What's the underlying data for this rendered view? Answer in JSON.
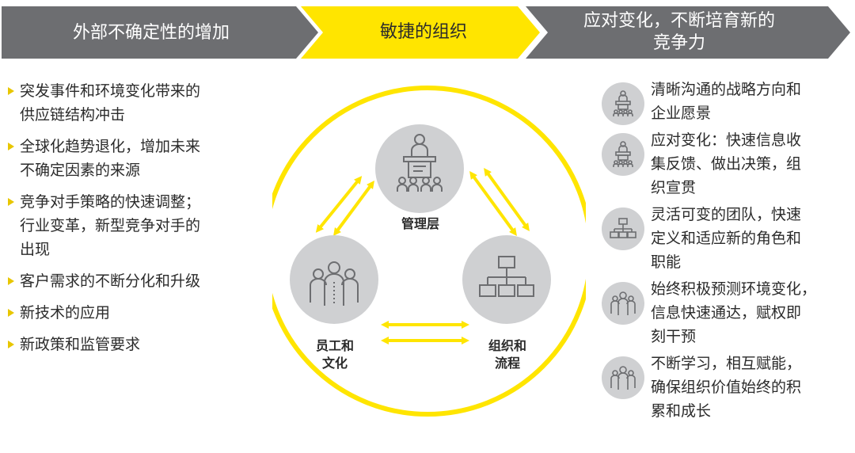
{
  "header": {
    "step1": "外部不确定性的增加",
    "step2": "敏捷的组织",
    "step3_line1": "应对变化，不断培育新的",
    "step3_line2": "竞争力"
  },
  "colors": {
    "accent_yellow": "#ffe500",
    "header_gray": "#6d6e71",
    "icon_gray": "#cfd0d2",
    "icon_stroke": "#6d6e71"
  },
  "left_items": [
    [
      "突发事件和环境变化带来的",
      "供应链结构冲击"
    ],
    [
      "全球化趋势退化，增加未来",
      "不确定因素的来源"
    ],
    [
      "竞争对手策略的快速调整；",
      "行业变革，新型竞争对手的",
      "出现"
    ],
    [
      "客户需求的不断分化和升级"
    ],
    [
      "新技术的应用"
    ],
    [
      "新政策和监管要求"
    ]
  ],
  "diagram": {
    "top_label": "管理层",
    "left_label_line1": "员工和",
    "left_label_line2": "文化",
    "right_label_line1": "组织和",
    "right_label_line2": "流程",
    "icons": [
      "presenter-podium-icon",
      "people-group-icon",
      "org-chart-icon"
    ]
  },
  "right_items": [
    {
      "icon": "presenter-podium-icon",
      "lines": [
        "清晰沟通的战略方向和",
        "企业愿景"
      ]
    },
    {
      "icon": "presenter-podium-icon",
      "lines": [
        "应对变化：快速信息收",
        "集反馈、做出决策，组",
        "织宣贯"
      ]
    },
    {
      "icon": "org-chart-icon",
      "lines": [
        "灵活可变的团队，快速",
        "定义和适应新的角色和",
        "职能"
      ]
    },
    {
      "icon": "people-group-icon",
      "lines": [
        "始终积极预测环境变化，",
        "信息快速通达，赋权即",
        "刻干预"
      ]
    },
    {
      "icon": "people-group-icon",
      "lines": [
        "不断学习，相互赋能，",
        "确保组织价值始终的积",
        "累和成长"
      ]
    }
  ]
}
